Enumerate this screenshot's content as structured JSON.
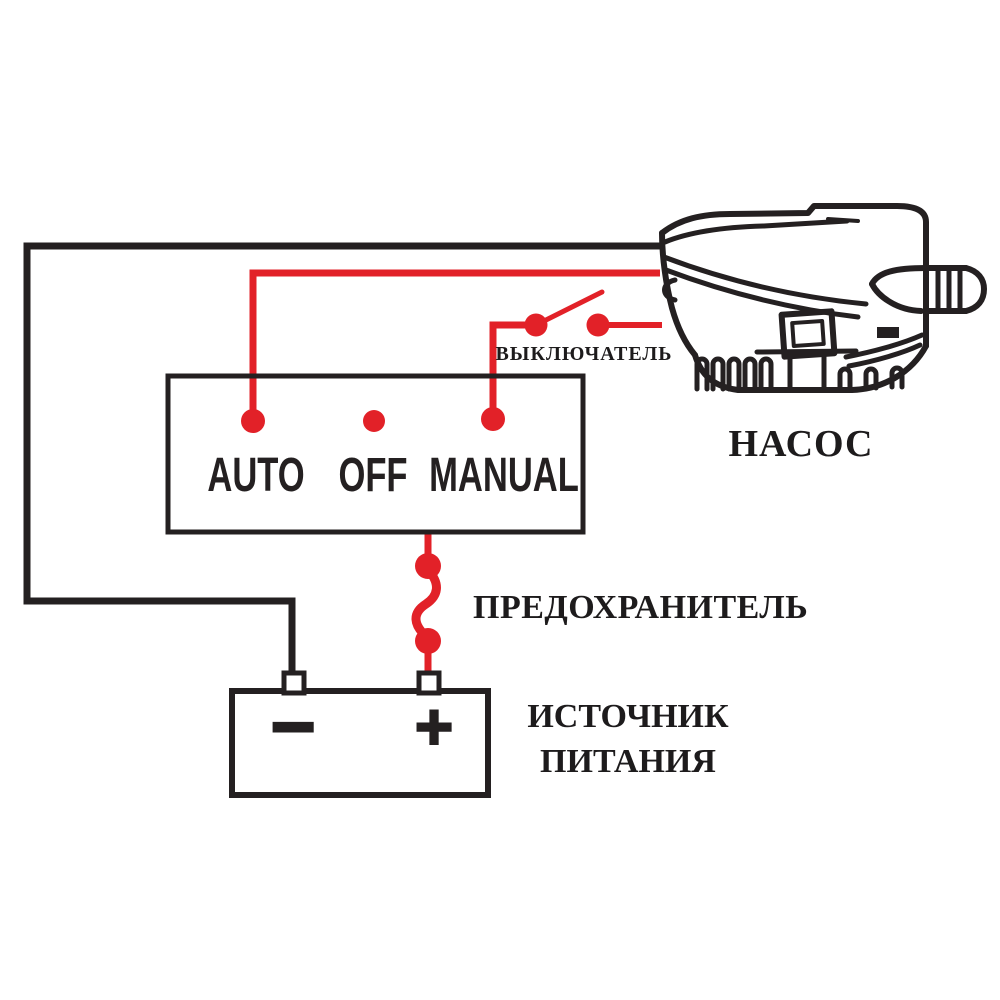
{
  "diagram": {
    "panel": {
      "auto": "AUTO",
      "off": "OFF",
      "manual": "MANUAL"
    },
    "switch_label": "ВЫКЛЮЧАТЕЛЬ",
    "pump_label": "НАСОС",
    "fuse_label": "ПРЕДОХРАНИТЕЛЬ",
    "power_source": {
      "line1": "ИСТОЧНИК",
      "line2": "ПИТАНИЯ"
    },
    "battery": {
      "negative_sign": "−",
      "positive_sign": "+"
    }
  },
  "colors": {
    "wire_red": "#e22128",
    "wire_black": "#242021",
    "text": "#1d1b1c",
    "background": "#ffffff"
  }
}
